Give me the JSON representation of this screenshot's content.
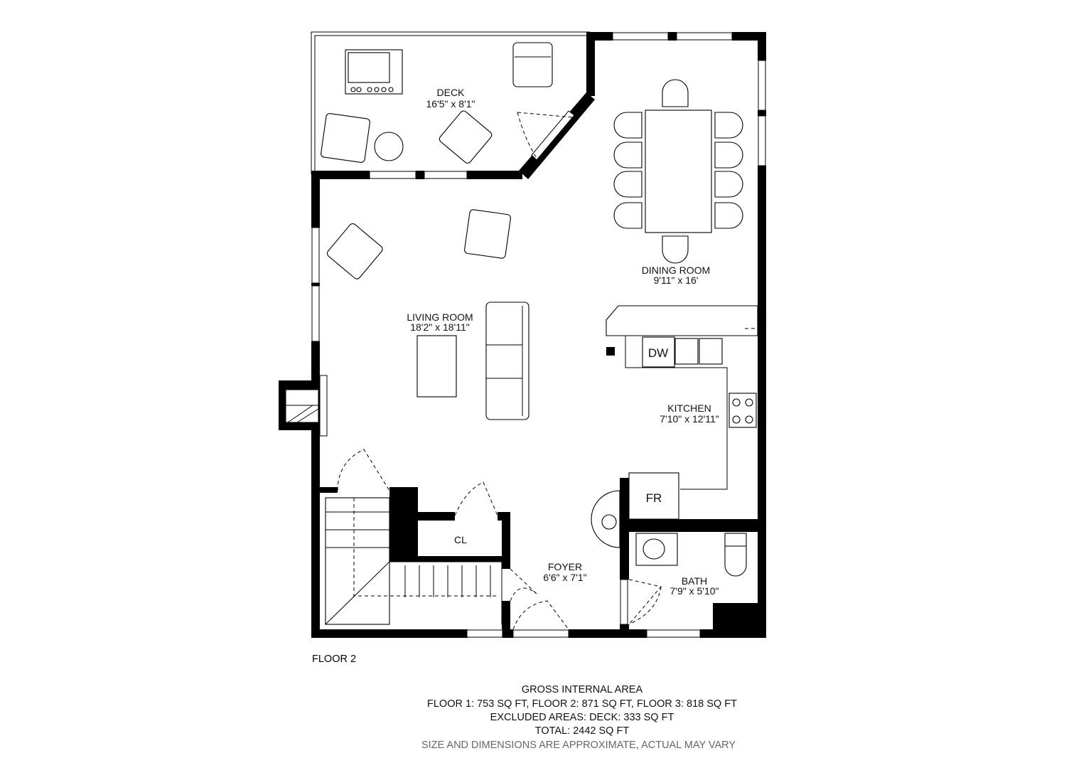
{
  "rooms": {
    "deck": {
      "name": "DECK",
      "dims": "16'5\" x 8'1\""
    },
    "dining": {
      "name": "DINING ROOM",
      "dims": "9'11\" x 16'"
    },
    "living": {
      "name": "LIVING ROOM",
      "dims": "18'2\" x 18'11\""
    },
    "kitchen": {
      "name": "KITCHEN",
      "dims": "7'10\" x 12'11\""
    },
    "foyer": {
      "name": "FOYER",
      "dims": "6'6\" x 7'1\""
    },
    "bath": {
      "name": "BATH",
      "dims": "7'9\" x 5'10\""
    },
    "closet": {
      "name": "CL"
    }
  },
  "appliances": {
    "dishwasher": "DW",
    "fridge": "FR"
  },
  "floor_label": "FLOOR 2",
  "summary": {
    "title": "GROSS INTERNAL AREA",
    "floors": "FLOOR 1: 753 SQ FT, FLOOR 2: 871 SQ FT, FLOOR 3: 818 SQ FT",
    "excluded": "EXCLUDED AREAS: DECK: 333 SQ FT",
    "total": "TOTAL: 2442 SQ FT",
    "disclaimer": "SIZE AND DIMENSIONS ARE APPROXIMATE, ACTUAL MAY VARY"
  }
}
